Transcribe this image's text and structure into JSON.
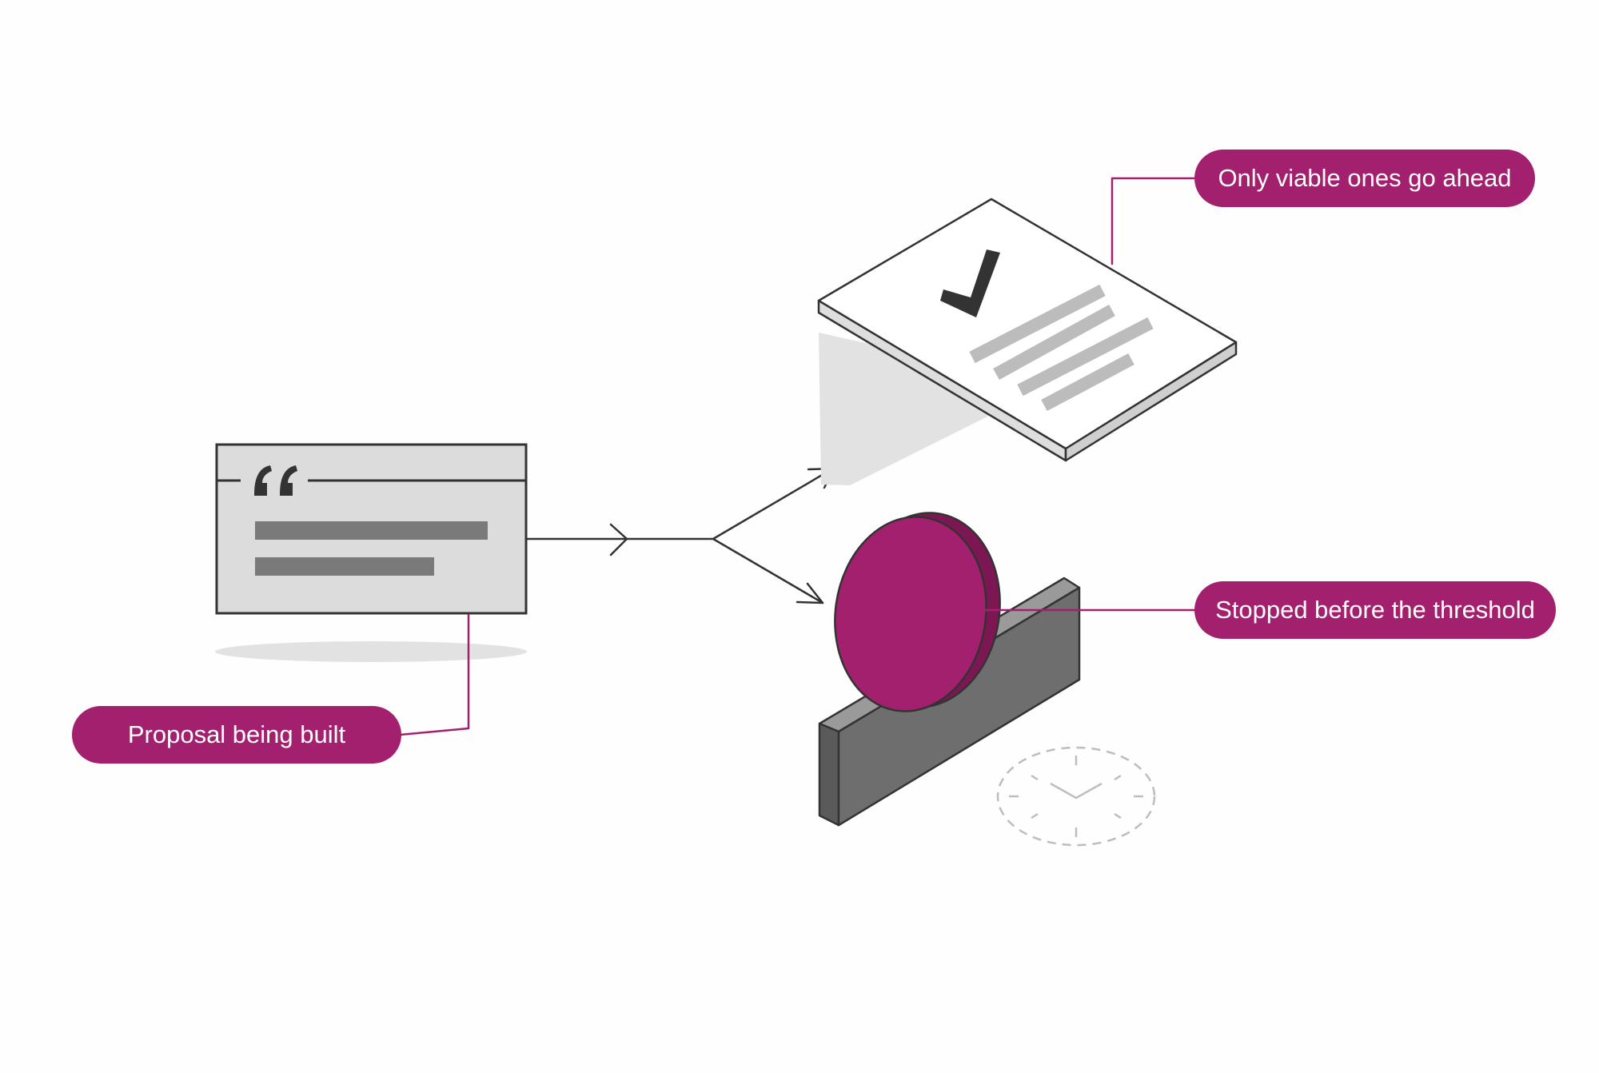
{
  "colors": {
    "accent": "#a3206f",
    "stroke": "#333333",
    "panel": "#dcdcdc",
    "bar": "#7a7a7a",
    "doc_lines": "#bcbcbc",
    "wall": "#6e6e6e",
    "shadow": "#e2e2e2",
    "clock": "#bdbdbd"
  },
  "labels": {
    "proposal": "Proposal being built",
    "viable": "Only viable ones go ahead",
    "stopped": "Stopped before the threshold"
  },
  "icons": {
    "quote_card": "quote-icon",
    "approved_document": "checkmark-icon",
    "blocker": "disc-stop-icon",
    "timer": "clock-icon"
  }
}
